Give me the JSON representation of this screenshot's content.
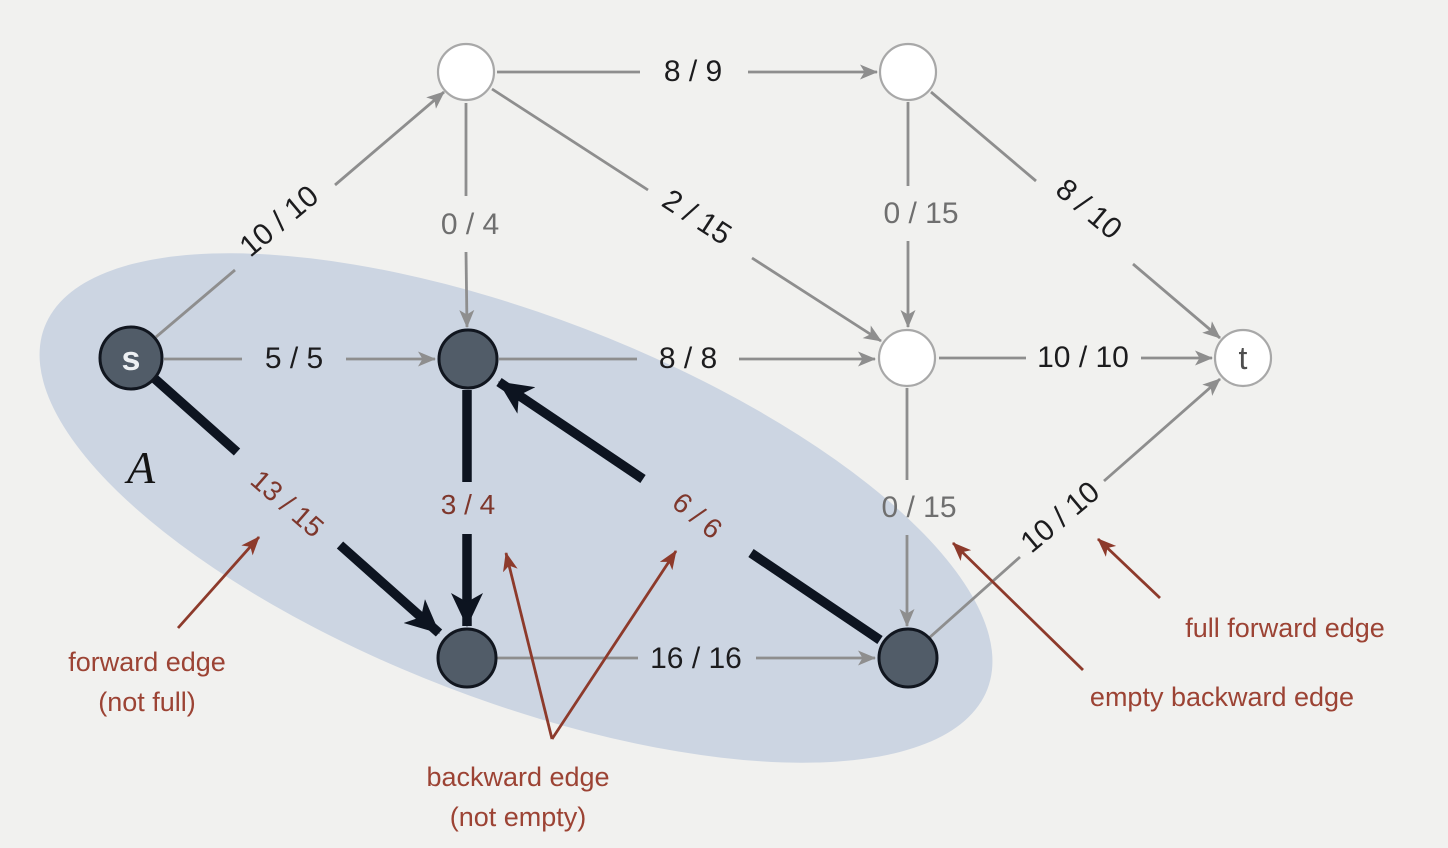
{
  "figure": {
    "type": "flow-network-residual-diagram",
    "region": {
      "label": "A"
    },
    "colors": {
      "background": "#f1f1ef",
      "cut_region_fill": "#ccd5e2",
      "node_dark_fill": "#515c68",
      "node_dark_border": "#11161f",
      "node_white_fill": "#ffffff",
      "node_white_border": "#a8a8a8",
      "edge_gray": "#8e8e8e",
      "edge_black": "#0d1420",
      "label_black": "#1c1c1e",
      "label_gray": "#6f6f6f",
      "label_red": "#7e372c",
      "annotation_red": "#9c4334"
    },
    "nodes": [
      {
        "id": "source",
        "label": "s",
        "style": "dark"
      },
      {
        "id": "sink",
        "label": "t",
        "style": "white"
      },
      {
        "id": "top-left",
        "label": "",
        "style": "white"
      },
      {
        "id": "top-right",
        "label": "",
        "style": "white"
      },
      {
        "id": "center",
        "label": "",
        "style": "dark"
      },
      {
        "id": "middle-right",
        "label": "",
        "style": "white"
      },
      {
        "id": "bottom-left",
        "label": "",
        "style": "dark"
      },
      {
        "id": "bottom-right",
        "label": "",
        "style": "dark"
      }
    ],
    "edges": [
      {
        "from": "source",
        "to": "top-left",
        "label": "10 / 10",
        "flow": 10,
        "capacity": 10,
        "style": "gray",
        "label_color": "black"
      },
      {
        "from": "top-left",
        "to": "top-right",
        "label": "8 / 9",
        "flow": 8,
        "capacity": 9,
        "style": "gray",
        "label_color": "black"
      },
      {
        "from": "top-left",
        "to": "center",
        "label": "0 / 4",
        "flow": 0,
        "capacity": 4,
        "style": "gray",
        "label_color": "gray"
      },
      {
        "from": "top-left",
        "to": "middle-right",
        "label": "2 / 15",
        "flow": 2,
        "capacity": 15,
        "style": "gray",
        "label_color": "black"
      },
      {
        "from": "top-right",
        "to": "middle-right",
        "label": "0 / 15",
        "flow": 0,
        "capacity": 15,
        "style": "gray",
        "label_color": "gray"
      },
      {
        "from": "top-right",
        "to": "sink",
        "label": "8 / 10",
        "flow": 8,
        "capacity": 10,
        "style": "gray",
        "label_color": "black"
      },
      {
        "from": "source",
        "to": "center",
        "label": "5 / 5",
        "flow": 5,
        "capacity": 5,
        "style": "gray",
        "label_color": "black"
      },
      {
        "from": "center",
        "to": "middle-right",
        "label": "8 / 8",
        "flow": 8,
        "capacity": 8,
        "style": "gray",
        "label_color": "black"
      },
      {
        "from": "middle-right",
        "to": "sink",
        "label": "10 / 10",
        "flow": 10,
        "capacity": 10,
        "style": "gray",
        "label_color": "black"
      },
      {
        "from": "source",
        "to": "bottom-left",
        "label": "13 / 15",
        "flow": 13,
        "capacity": 15,
        "style": "bold-black",
        "label_color": "red"
      },
      {
        "from": "center",
        "to": "bottom-left",
        "label": "3 / 4",
        "flow": 3,
        "capacity": 4,
        "style": "bold-black",
        "label_color": "red"
      },
      {
        "from": "bottom-right",
        "to": "center",
        "label": "6 / 6",
        "flow": 6,
        "capacity": 6,
        "style": "bold-black",
        "label_color": "red"
      },
      {
        "from": "bottom-left",
        "to": "bottom-right",
        "label": "16 / 16",
        "flow": 16,
        "capacity": 16,
        "style": "gray",
        "label_color": "black"
      },
      {
        "from": "middle-right",
        "to": "bottom-right",
        "label": "0 / 15",
        "flow": 0,
        "capacity": 15,
        "style": "gray",
        "label_color": "gray"
      },
      {
        "from": "bottom-right",
        "to": "sink",
        "label": "10 / 10",
        "flow": 10,
        "capacity": 10,
        "style": "gray",
        "label_color": "black"
      }
    ],
    "annotations": [
      {
        "id": "forward-edge",
        "lines": [
          "forward edge",
          "(not full)"
        ]
      },
      {
        "id": "backward-edge",
        "lines": [
          "backward edge",
          "(not empty)"
        ]
      },
      {
        "id": "empty-backward-edge",
        "lines": [
          "empty backward edge"
        ]
      },
      {
        "id": "full-forward-edge",
        "lines": [
          "full forward edge"
        ]
      }
    ]
  }
}
